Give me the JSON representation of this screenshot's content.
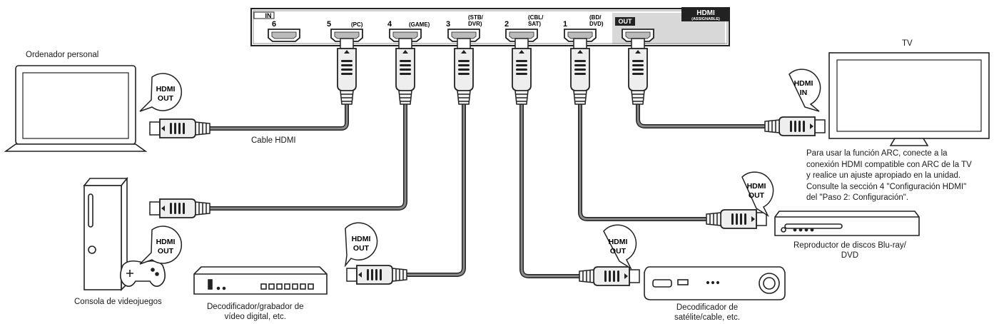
{
  "panel": {
    "in_tag": "IN",
    "out_tag": "OUT",
    "brand_top": "HDMI",
    "brand_sub": "(ASSIGNABLE)",
    "ports": [
      {
        "num": "6",
        "tag": ""
      },
      {
        "num": "5",
        "tag": "(PC)"
      },
      {
        "num": "4",
        "tag": "(GAME)"
      },
      {
        "num": "3",
        "tag": "(STB/\nDVR)"
      },
      {
        "num": "2",
        "tag": "(CBL/\nSAT)"
      },
      {
        "num": "1",
        "tag": "(BD/\nDVD)"
      }
    ]
  },
  "bubbles": {
    "hdmi": "HDMI",
    "out": "OUT",
    "in": "IN"
  },
  "labels": {
    "pc": "Ordenador personal",
    "tv": "TV",
    "cable": "Cable HDMI",
    "console": "Consola de videojuegos",
    "dvr_line1": "Decodificador/grabador de",
    "dvr_line2": "vídeo digital, etc.",
    "sat_line1": "Decodificador de",
    "sat_line2": "satélite/cable, etc.",
    "bd_line1": "Reproductor de discos Blu-ray/",
    "bd_line2": "DVD"
  },
  "note": [
    "Para usar la función ARC, conecte a la",
    "conexión HDMI compatible con ARC de la TV",
    "y realice un ajuste apropiado en la unidad.",
    "Consulte la sección 4 \"Configuración HDMI\"",
    "del \"Paso 2: Configuración\"."
  ]
}
